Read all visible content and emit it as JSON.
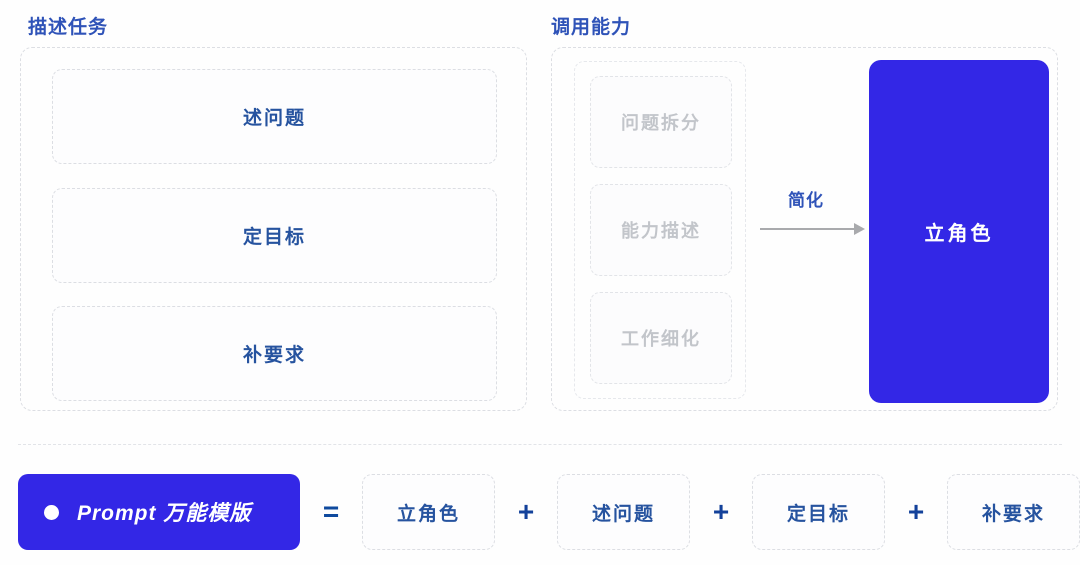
{
  "sections": {
    "left": {
      "title": "描述任务",
      "cards": [
        {
          "label": "述问题"
        },
        {
          "label": "定目标"
        },
        {
          "label": "补要求"
        }
      ]
    },
    "right": {
      "title": "调用能力",
      "cards": [
        {
          "label": "问题拆分"
        },
        {
          "label": "能力描述"
        },
        {
          "label": "工作细化"
        }
      ],
      "arrow_label": "简化",
      "result_label": "立角色"
    }
  },
  "formula": {
    "prompt_label": "Prompt 万能模版",
    "equals": "=",
    "plus": "+",
    "terms": [
      {
        "label": "立角色"
      },
      {
        "label": "述问题"
      },
      {
        "label": "定目标"
      },
      {
        "label": "补要求"
      }
    ]
  },
  "colors": {
    "brand_blue": "#3327e6",
    "title_blue": "#2f53b8",
    "card_text_blue": "#26539f",
    "muted_grey": "#c2c5ca",
    "dashed_border": "#dcdee3",
    "arrow_grey": "#a9aaad",
    "background": "#fefefe"
  }
}
